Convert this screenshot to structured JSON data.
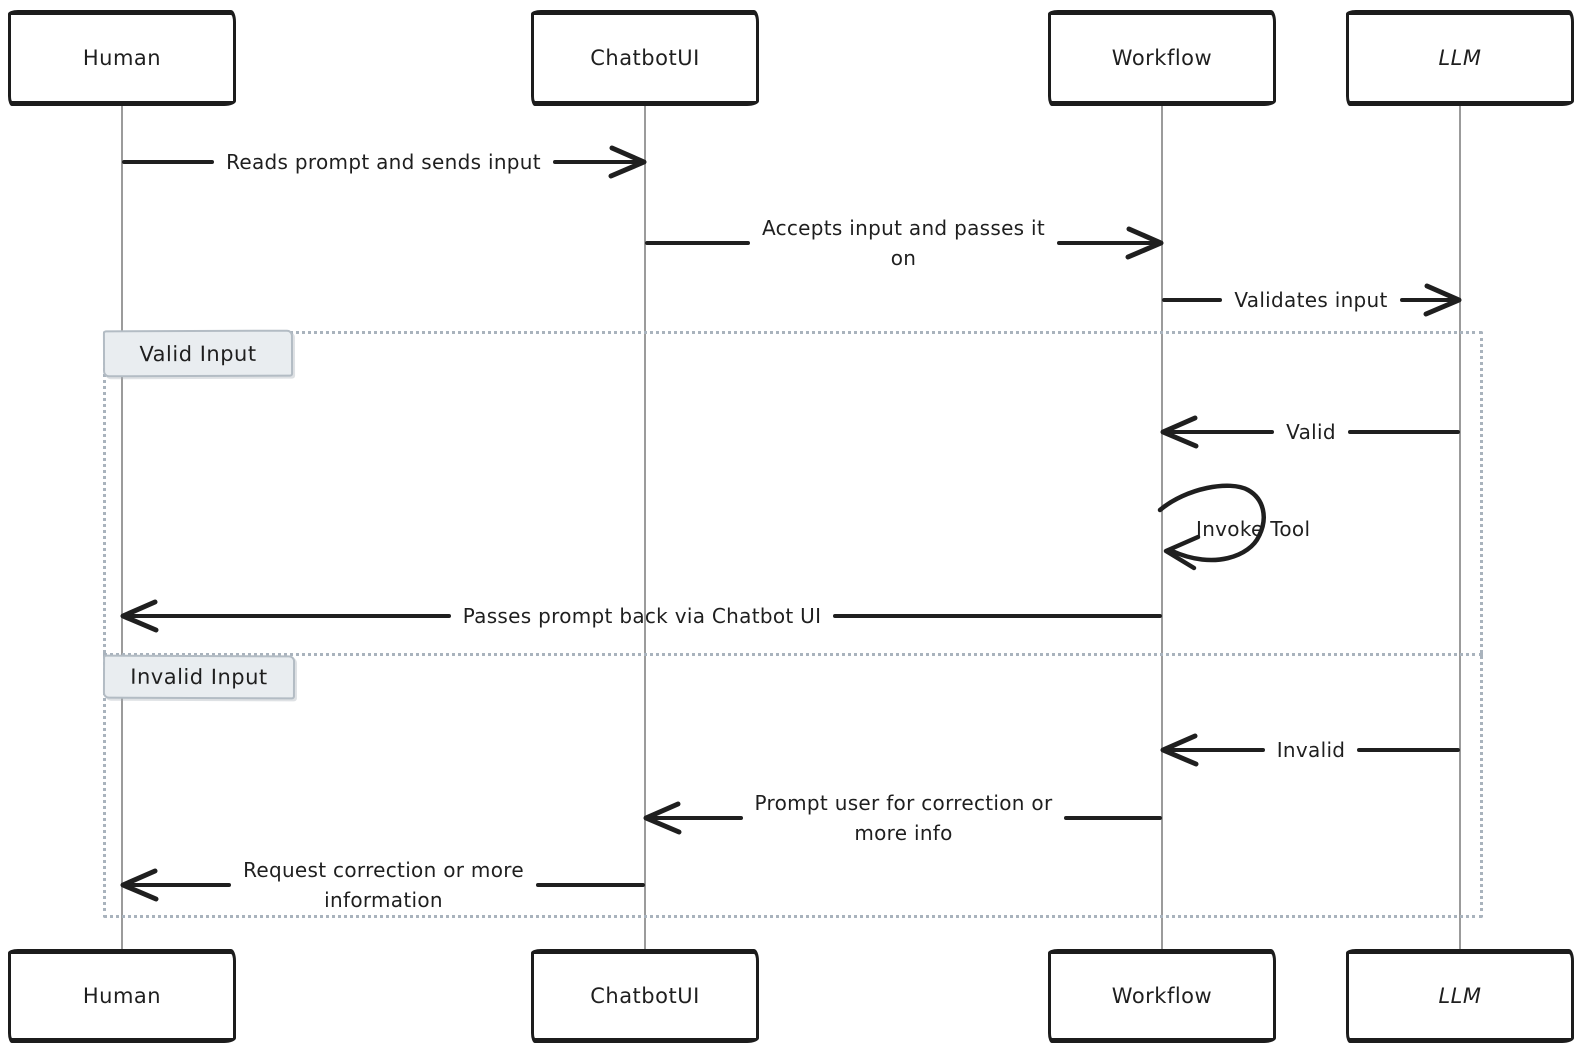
{
  "diagram_type": "sequence-diagram",
  "actors": [
    {
      "id": "human",
      "name": "Human"
    },
    {
      "id": "chatbotui",
      "name": "ChatbotUI"
    },
    {
      "id": "workflow",
      "name": "Workflow"
    },
    {
      "id": "llm",
      "name": "LLM"
    }
  ],
  "messages": [
    {
      "from": "Human",
      "to": "ChatbotUI",
      "direction": "right",
      "label": "Reads prompt and sends input",
      "lines": [
        "Reads prompt and sends input"
      ]
    },
    {
      "from": "ChatbotUI",
      "to": "Workflow",
      "direction": "right",
      "label": "Accepts input and passes it on",
      "lines": [
        "Accepts input and passes it",
        "on"
      ]
    },
    {
      "from": "Workflow",
      "to": "LLM",
      "direction": "right",
      "label": "Validates input",
      "lines": [
        "Validates input"
      ]
    },
    {
      "from": "LLM",
      "to": "Workflow",
      "direction": "left",
      "label": "Valid",
      "lines": [
        "Valid"
      ]
    },
    {
      "from": "Workflow",
      "to": "Workflow",
      "direction": "self",
      "label": "Invoke Tool",
      "lines": [
        "Invoke Tool"
      ]
    },
    {
      "from": "Workflow",
      "to": "Human",
      "direction": "left",
      "label": "Passes prompt back via Chatbot UI",
      "lines": [
        "Passes prompt back via Chatbot UI"
      ]
    },
    {
      "from": "LLM",
      "to": "Workflow",
      "direction": "left",
      "label": "Invalid",
      "lines": [
        "Invalid"
      ]
    },
    {
      "from": "Workflow",
      "to": "ChatbotUI",
      "direction": "left",
      "label": "Prompt user for correction or more info",
      "lines": [
        "Prompt user for correction or",
        "more info"
      ]
    },
    {
      "from": "ChatbotUI",
      "to": "Human",
      "direction": "left",
      "label": "Request correction or more information",
      "lines": [
        "Request correction or more",
        "information"
      ]
    }
  ],
  "alt_frame": {
    "sections": [
      {
        "label": "Valid Input"
      },
      {
        "label": "Invalid Input"
      }
    ]
  },
  "colors": {
    "stroke": "#1f1f1f",
    "lifeline": "#9b9b9b",
    "frame_border": "#a9b3bd",
    "frame_label_fill": "#e9edf0",
    "frame_label_border": "#b3bcc4",
    "background": "#ffffff"
  }
}
